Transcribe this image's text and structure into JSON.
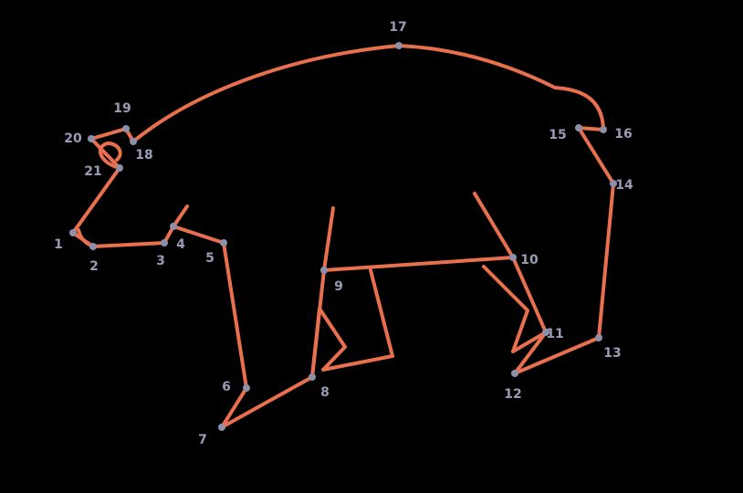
{
  "colors": {
    "background": "#000000",
    "outline": "#e8704f",
    "dot": "#8e90aa",
    "label": "#9a9cb6"
  },
  "points": [
    {
      "label": "1"
    },
    {
      "label": "2"
    },
    {
      "label": "3"
    },
    {
      "label": "4"
    },
    {
      "label": "5"
    },
    {
      "label": "6"
    },
    {
      "label": "7"
    },
    {
      "label": "8"
    },
    {
      "label": "9"
    },
    {
      "label": "10"
    },
    {
      "label": "11"
    },
    {
      "label": "12"
    },
    {
      "label": "13"
    },
    {
      "label": "14"
    },
    {
      "label": "15"
    },
    {
      "label": "16"
    },
    {
      "label": "17"
    },
    {
      "label": "18"
    },
    {
      "label": "19"
    },
    {
      "label": "20"
    },
    {
      "label": "21"
    }
  ]
}
